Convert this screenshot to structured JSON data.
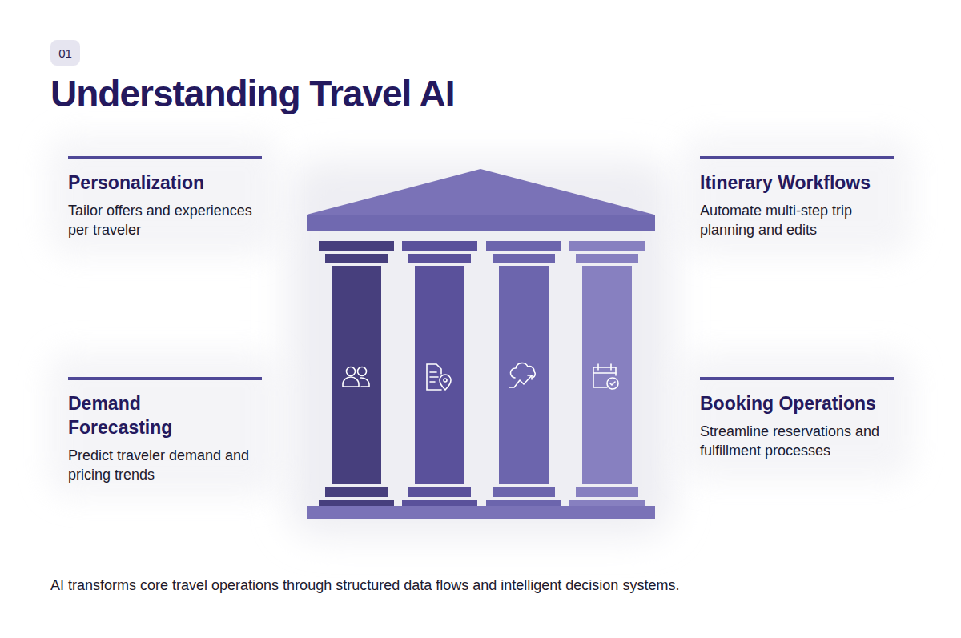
{
  "diagram": {
    "title": "Understanding Travel AI",
    "caption": "AI transforms core travel operations through structured data flows and intelligent decision systems.",
    "nodes": [
      {
        "text": [
          "01"
        ]
      },
      {
        "text": [
          "Personalization",
          "Tailor offers and experiences per traveler"
        ]
      },
      {
        "text": [
          "Itinerary Workflows",
          "Automate multi-step trip planning and edits"
        ]
      },
      {
        "text": [
          "Demand Forecasting",
          "Predict traveler demand and pricing trends"
        ]
      },
      {
        "text": [
          "Booking Operations",
          "Streamline reservations and fulfillment processes"
        ]
      }
    ]
  }
}
